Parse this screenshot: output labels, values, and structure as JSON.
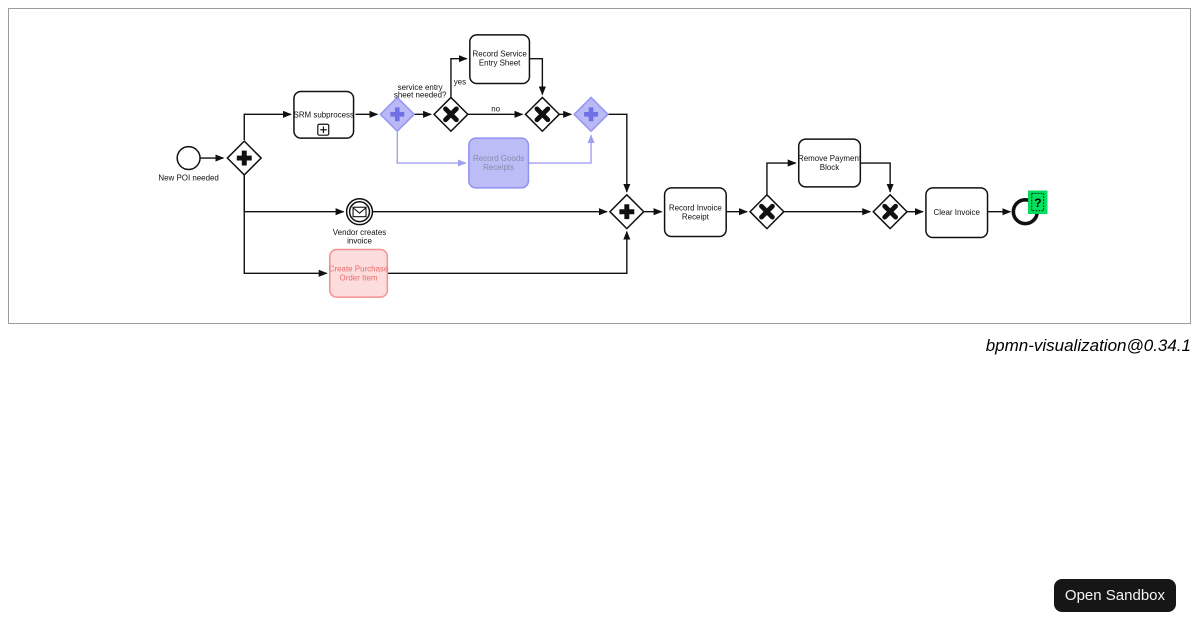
{
  "canvas": {
    "border_color": "#9c9c9c"
  },
  "diagram": {
    "nodes": {
      "start_event": {
        "label": "New POI needed"
      },
      "srm_subprocess": {
        "label": "SRM subprocess"
      },
      "service_entry_gateway": {
        "label_line1": "service entry",
        "label_line2": "sheet needed?"
      },
      "record_service_entry_sheet": {
        "label_line1": "Record Service",
        "label_line2": "Entry Sheet"
      },
      "record_goods_receipts": {
        "label_line1": "Record Goods",
        "label_line2": "Receipts"
      },
      "vendor_creates_invoice": {
        "label_line1": "Vendor creates",
        "label_line2": "invoice"
      },
      "create_purchase_order_item": {
        "label_line1": "Create Purchase",
        "label_line2": "Order Item"
      },
      "record_invoice_receipt": {
        "label_line1": "Record Invoice",
        "label_line2": "Receipt"
      },
      "remove_payment_block": {
        "label_line1": "Remove Payment",
        "label_line2": "Block"
      },
      "clear_invoice": {
        "label": "Clear Invoice"
      },
      "end_event_overlay": {
        "label": "?"
      }
    },
    "flow_labels": {
      "yes": "yes",
      "no": "no"
    },
    "colors": {
      "default_stroke": "#101010",
      "highlight_purple_fill": "#bcbcf6",
      "highlight_purple_stroke": "#9494f2",
      "highlight_purple_icon": "#7070e6",
      "highlight_purple_text": "#8a8aac",
      "highlight_purple_flow": "#a0a0f0",
      "highlight_red_fill": "#fcdcdc",
      "highlight_red_stroke": "#f79090",
      "highlight_red_text": "#ee6b6b",
      "overlay_green": "#00e25f"
    }
  },
  "footer": {
    "version_label": "bpmn-visualization@0.34.1"
  },
  "sandbox": {
    "open_button_label": "Open Sandbox"
  }
}
